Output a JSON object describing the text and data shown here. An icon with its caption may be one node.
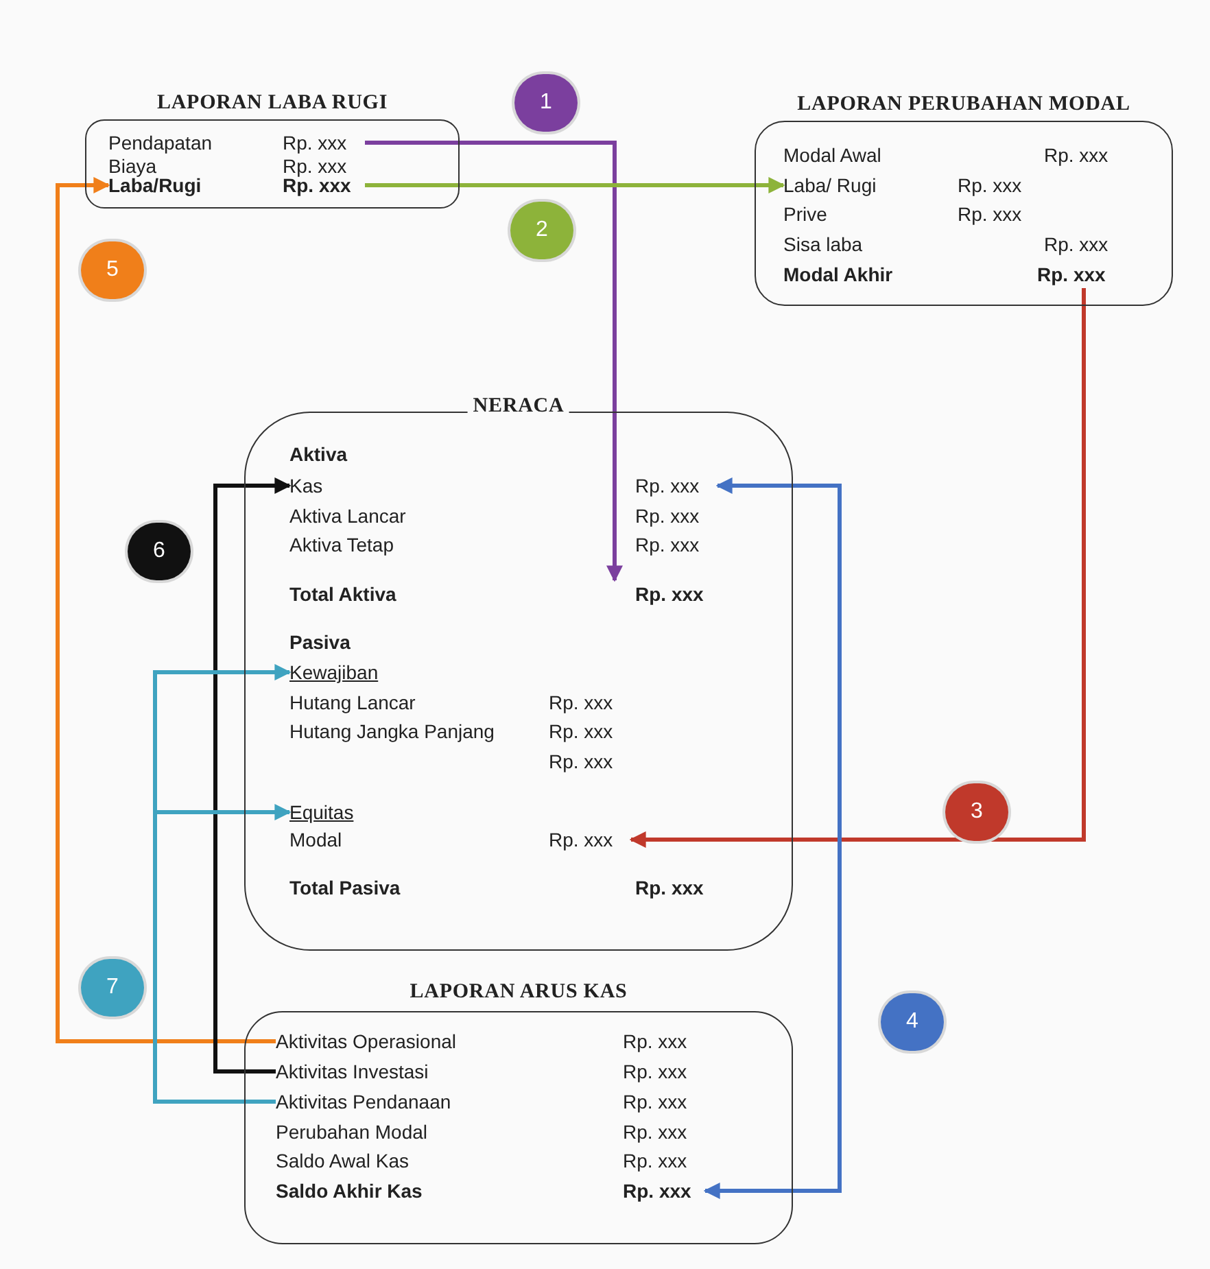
{
  "diagram": {
    "nodes": [
      {
        "text": [
          "LAPORAN LABA RUGI"
        ]
      },
      {
        "text": [
          "Pendapatan",
          "Rp. xxx"
        ],
        "in": 0
      },
      {
        "text": [
          "Biaya",
          "Rp. xxx"
        ],
        "in": 0
      },
      {
        "text": [
          "Laba/Rugi",
          "Rp. xxx"
        ],
        "in": 0
      },
      {
        "text": [
          "LAPORAN PERUBAHAN MODAL"
        ]
      },
      {
        "text": [
          "Modal Awal",
          "Rp. xxx"
        ],
        "in": 4
      },
      {
        "text": [
          "Laba/ Rugi",
          "Rp. xxx"
        ],
        "in": 4
      },
      {
        "text": [
          "Prive",
          "Rp. xxx"
        ],
        "in": 4
      },
      {
        "text": [
          "Sisa laba",
          "Rp. xxx"
        ],
        "in": 4
      },
      {
        "text": [
          "Modal Akhir",
          "Rp. xxx"
        ],
        "in": 4
      },
      {
        "text": [
          "NERACA"
        ]
      },
      {
        "text": [
          "Aktiva"
        ],
        "in": 10
      },
      {
        "text": [
          "Kas",
          "Rp. xxx"
        ],
        "in": 10
      },
      {
        "text": [
          "Aktiva Lancar",
          "Rp. xxx"
        ],
        "in": 10
      },
      {
        "text": [
          "Aktiva Tetap",
          "Rp. xxx"
        ],
        "in": 10
      },
      {
        "text": [
          "Total Aktiva",
          "Rp. xxx"
        ],
        "in": 10
      },
      {
        "text": [
          "Pasiva"
        ],
        "in": 10
      },
      {
        "text": [
          "Kewajiban"
        ],
        "in": 10
      },
      {
        "text": [
          "Hutang Lancar",
          "Rp. xxx"
        ],
        "in": 10
      },
      {
        "text": [
          "Hutang Jangka Panjang",
          "Rp. xxx"
        ],
        "in": 10
      },
      {
        "text": [
          "Rp. xxx"
        ],
        "in": 10
      },
      {
        "text": [
          "Equitas"
        ],
        "in": 10
      },
      {
        "text": [
          "Modal",
          "Rp. xxx"
        ],
        "in": 10
      },
      {
        "text": [
          "Total Pasiva",
          "Rp. xxx"
        ],
        "in": 10
      },
      {
        "text": [
          "LAPORAN ARUS KAS"
        ]
      },
      {
        "text": [
          "Aktivitas Operasional",
          "Rp. xxx"
        ],
        "in": 24
      },
      {
        "text": [
          "Aktivitas Investasi",
          "Rp. xxx"
        ],
        "in": 24
      },
      {
        "text": [
          "Aktivitas Pendanaan",
          "Rp. xxx"
        ],
        "in": 24
      },
      {
        "text": [
          "Perubahan Modal",
          "Rp. xxx"
        ],
        "in": 24
      },
      {
        "text": [
          "Saldo Awal Kas",
          "Rp. xxx"
        ],
        "in": 24
      },
      {
        "text": [
          "Saldo Akhir Kas",
          "Rp. xxx"
        ],
        "in": 24
      }
    ],
    "edges": [
      {
        "from": 1,
        "to": 15,
        "arrow": "to",
        "label": "1",
        "color": "#7b3f9e"
      },
      {
        "from": 3,
        "to": 6,
        "arrow": "to",
        "label": "2",
        "color": "#8db33a"
      },
      {
        "from": 9,
        "to": 22,
        "arrow": "to",
        "label": "3",
        "color": "#c0392b"
      },
      {
        "from": 30,
        "to": 12,
        "arrow": "both",
        "label": "4",
        "color": "#4472c4"
      },
      {
        "from": 25,
        "to": 3,
        "arrow": "to",
        "label": "5",
        "color": "#f07f1a"
      },
      {
        "from": 26,
        "to": 12,
        "arrow": "to",
        "label": "6",
        "color": "#111111"
      },
      {
        "from": 27,
        "to": 17,
        "arrow": "to",
        "label": "7",
        "color": "#3fa3c0"
      },
      {
        "from": 27,
        "to": 21,
        "arrow": "to",
        "color": "#3fa3c0"
      }
    ]
  }
}
